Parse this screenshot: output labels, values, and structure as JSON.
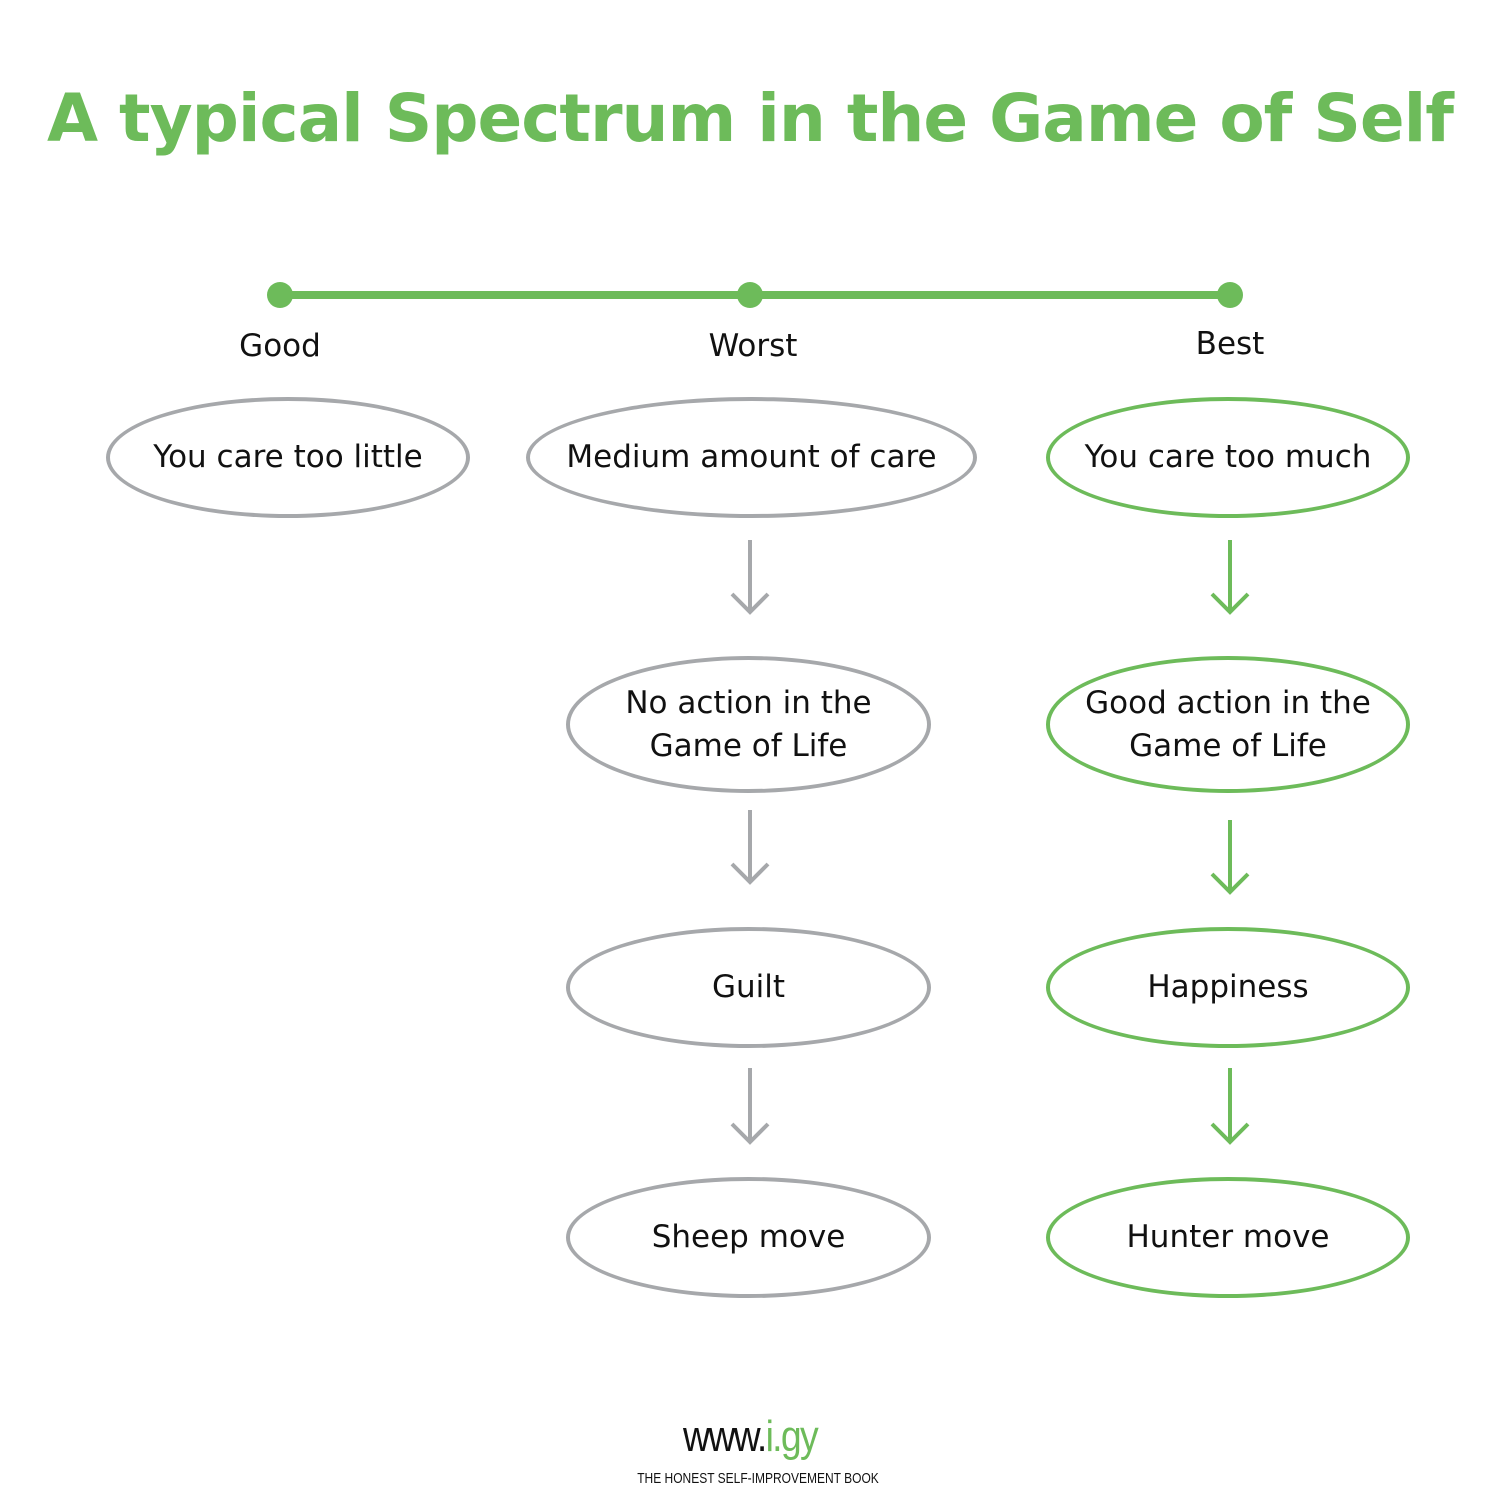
{
  "title": "A typical Spectrum in the Game of Self",
  "spectrum": {
    "labels": [
      "Good",
      "Worst",
      "Best"
    ]
  },
  "nodes": {
    "left": [
      "You care too little"
    ],
    "middle": [
      "Medium amount of care",
      "No action in the Game of Life",
      "Guilt",
      "Sheep move"
    ],
    "right": [
      "You care too much",
      "Good action in the Game of Life",
      "Happiness",
      "Hunter move"
    ]
  },
  "colors": {
    "green": "#6dbb5a",
    "gray": "#a6a8ab"
  },
  "footer": {
    "url_prefix": "www.",
    "url_suffix": "i.gy",
    "tagline": "THE HONEST SELF-IMPROVEMENT BOOK"
  }
}
